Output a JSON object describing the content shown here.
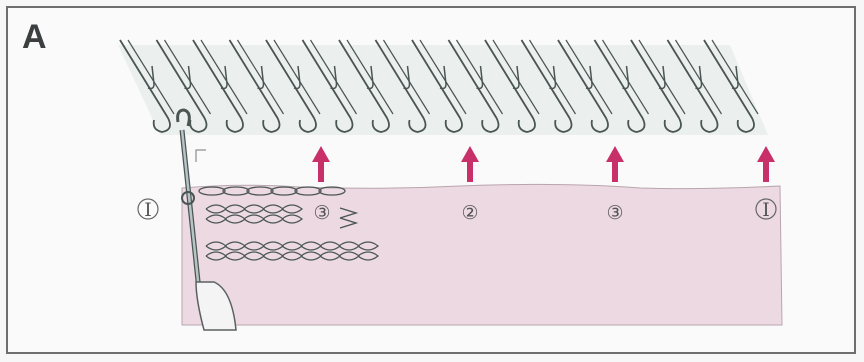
{
  "figure": {
    "panel_letter": "A",
    "markers": {
      "left_one": "Ⅰ",
      "three_a": "③",
      "two": "②",
      "three_b": "③",
      "right_one": "Ⅰ"
    },
    "colors": {
      "fabric": "#ecd9e1",
      "arrow": "#c8306a",
      "needle": "#4a5554",
      "background": "#f9faf9",
      "frame": "#6d6f6e"
    }
  }
}
